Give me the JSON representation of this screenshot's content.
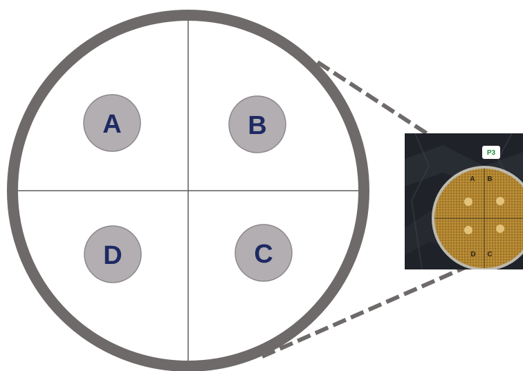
{
  "colors": {
    "dish_rim": "#6f6a6a",
    "divider": "#5a5a5a",
    "well_fill": "#b3aeb1",
    "well_stroke": "#8c888b",
    "label": "#1d2a63",
    "zoom_line": "#6f6a6a",
    "photo_background": "#1f2228",
    "agar": "#c99a3b",
    "plate_label_text": "#1e8a3c"
  },
  "dish": {
    "quadrants": [
      {
        "id": "A",
        "label": "A"
      },
      {
        "id": "B",
        "label": "B"
      },
      {
        "id": "C",
        "label": "C"
      },
      {
        "id": "D",
        "label": "D"
      }
    ]
  },
  "photo": {
    "plate_tag": "P3",
    "marks": {
      "a": "A",
      "b": "B",
      "c": "C",
      "d": "D"
    }
  }
}
